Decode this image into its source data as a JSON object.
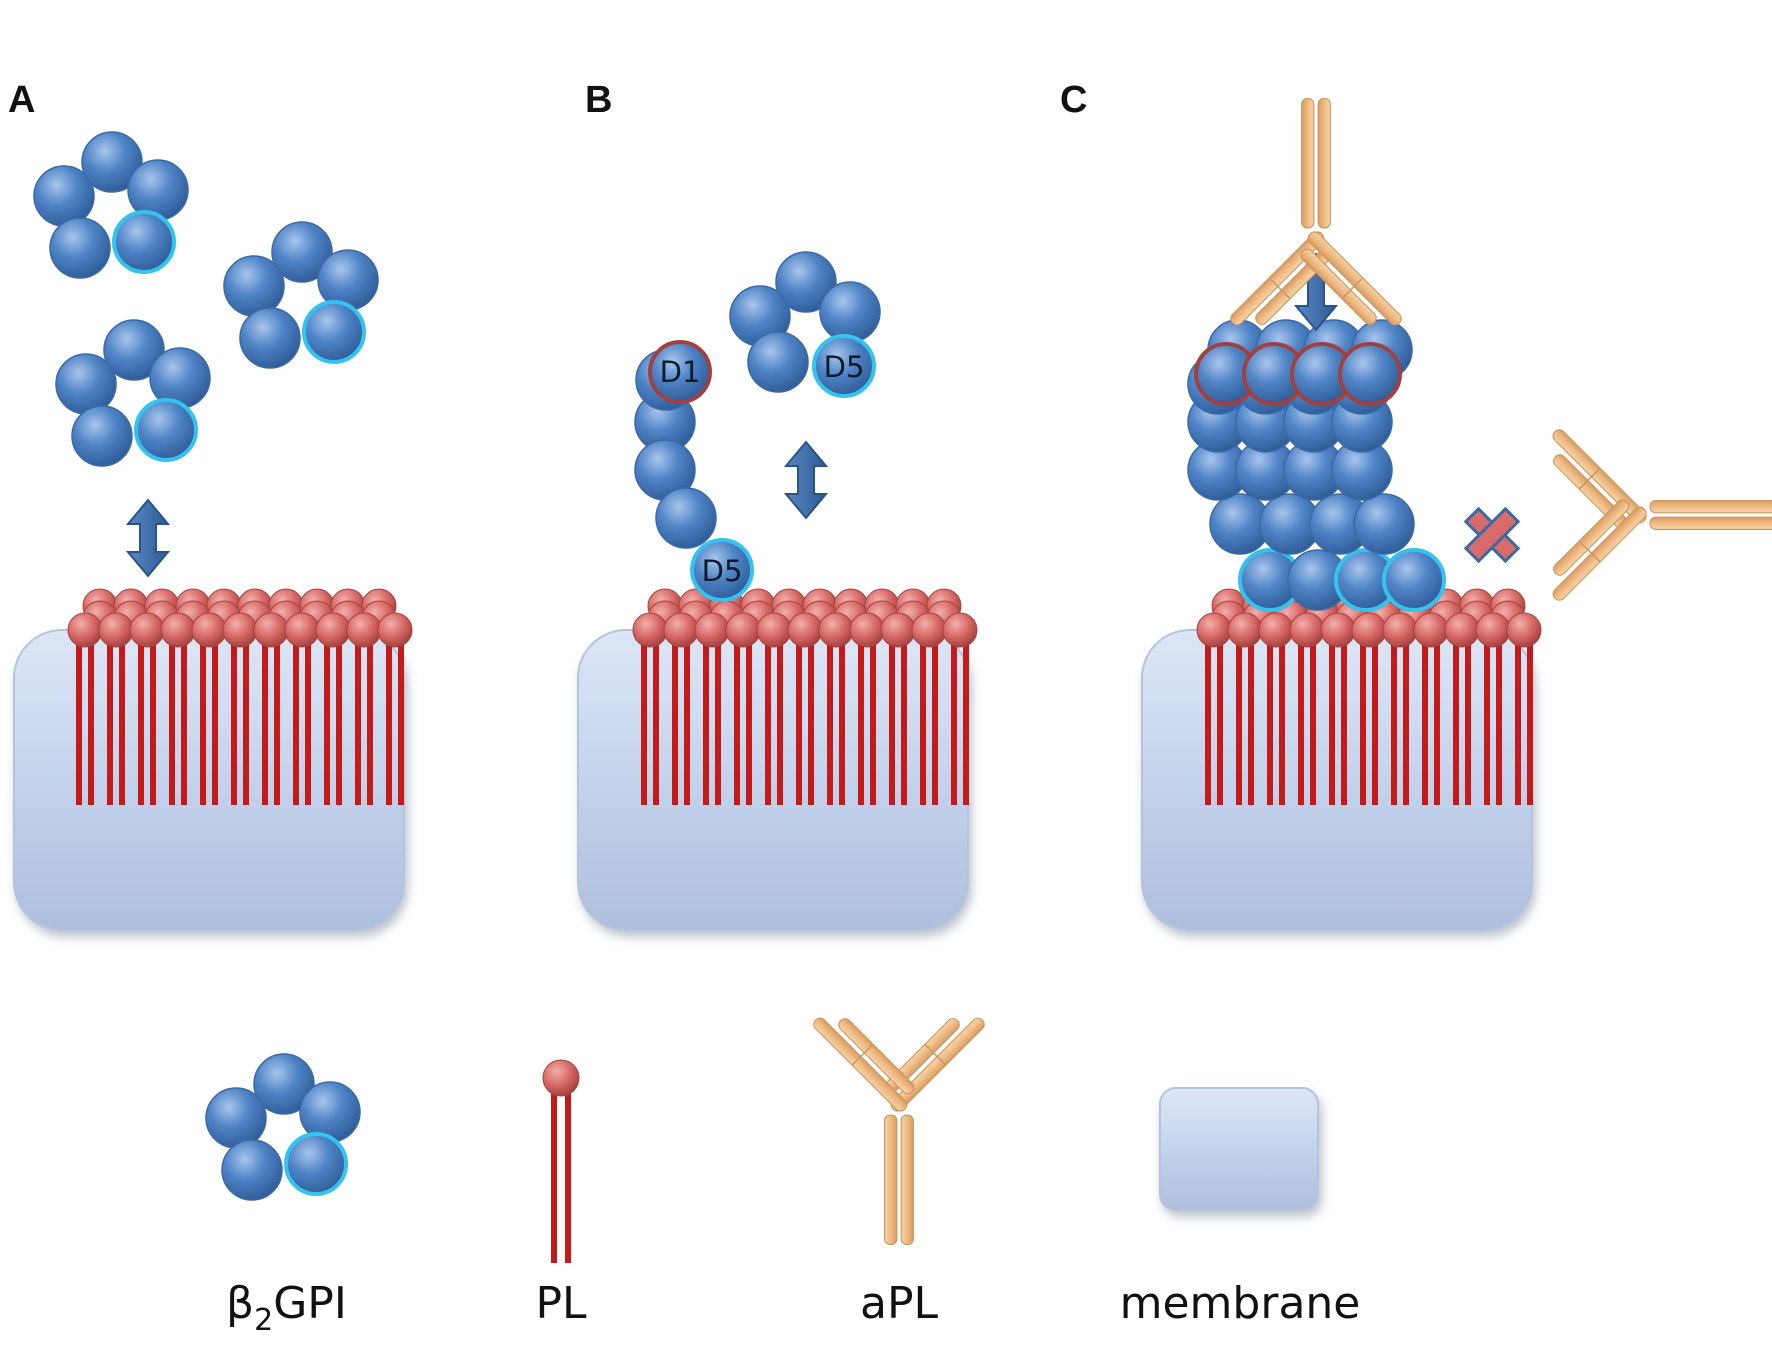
{
  "panels": {
    "a": "A",
    "b": "B",
    "c": "C"
  },
  "domain_labels": {
    "d1": "D1",
    "d5_chain": "D5",
    "d5_ring": "D5"
  },
  "legend": {
    "beta2gpi_symbol": "β",
    "beta2gpi_subscript": "2",
    "beta2gpi_rest": "GPI",
    "pl": "PL",
    "apl": "aPL",
    "membrane": "membrane"
  },
  "colors": {
    "domain_blue": "#4a7fc0",
    "d5_outline": "#33c3ee",
    "d1_outline": "#a04040",
    "phospholipid_red": "#c51a1a",
    "membrane_blue": "#c9d7ee",
    "antibody_tan": "#f1c18e",
    "arrow_blue": "#3c6aa4",
    "cross_red": "#d96b6b"
  },
  "icons": {
    "membrane": "rounded-box",
    "phospholipid": "ball-and-stick",
    "antibody": "y-shape",
    "binding_arrow": "double-arrow",
    "no_binding": "x-mark"
  }
}
